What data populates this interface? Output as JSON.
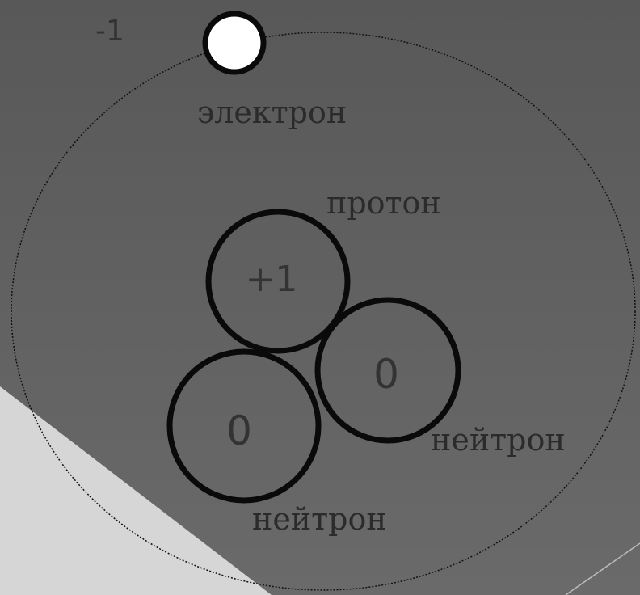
{
  "electron": {
    "label": "электрон",
    "charge": "-1"
  },
  "proton": {
    "label": "протон",
    "charge": "+1"
  },
  "neutron_right": {
    "label": "нейтрон",
    "charge": "0"
  },
  "neutron_left": {
    "label": "нейтрон",
    "charge": "0"
  },
  "colors": {
    "background": "#5f5f5f",
    "corner_shape": "#d6d6d6",
    "outline": "#0a0a0a",
    "electron_fill": "#ffffff",
    "text": "#2b2b2b"
  }
}
